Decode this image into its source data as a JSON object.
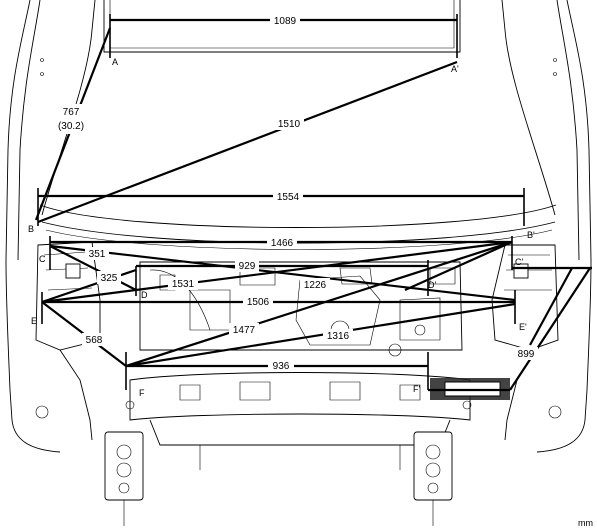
{
  "unit": "mm",
  "points": {
    "A": "A",
    "A_prime": "A'",
    "B": "B",
    "B_prime": "B'",
    "C": "C",
    "C_prime": "C'",
    "D": "D",
    "D_prime": "D'",
    "E": "E",
    "E_prime": "E'",
    "F": "F",
    "F_prime": "F'"
  },
  "dimensions": {
    "d1089": "1089",
    "d767": "767",
    "d767_alt": "(30.2)",
    "d1510": "1510",
    "d1554": "1554",
    "d1466": "1466",
    "d351": "351",
    "d929": "929",
    "d325": "325",
    "d1531": "1531",
    "d1226": "1226",
    "d1506": "1506",
    "d568": "568",
    "d1477": "1477",
    "d1316": "1316",
    "d936": "936",
    "d899": "899"
  }
}
